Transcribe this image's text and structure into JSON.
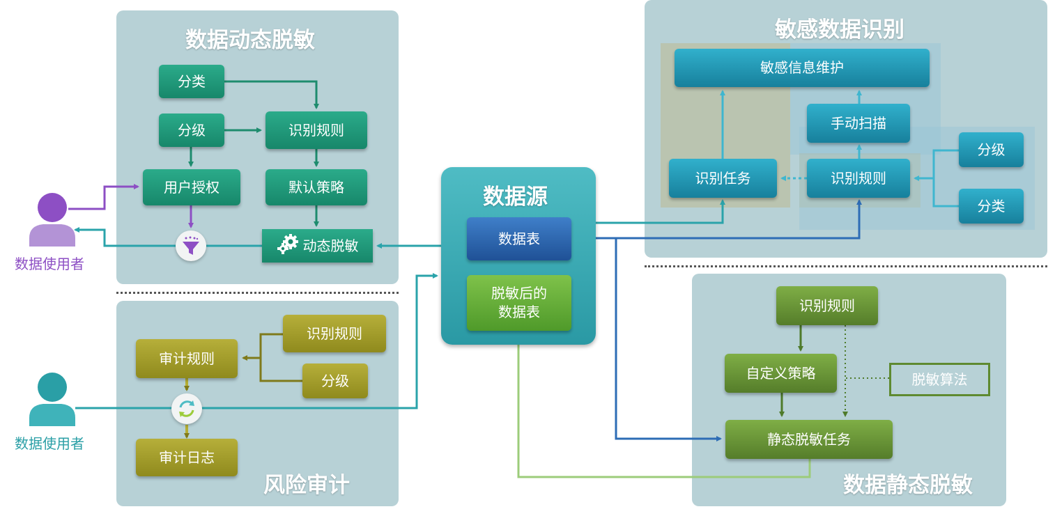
{
  "dynamic_masking": {
    "title": "数据动态脱敏",
    "classify": "分类",
    "grade": "分级",
    "identify_rule": "识别规则",
    "user_auth": "用户授权",
    "default_policy": "默认策略",
    "dynamic_mask": "动态脱敏"
  },
  "risk_audit": {
    "title": "风险审计",
    "audit_rule": "审计规则",
    "identify_rule": "识别规则",
    "grade": "分级",
    "audit_log": "审计日志"
  },
  "data_source": {
    "title": "数据源",
    "table": "数据表",
    "masked_table": "脱敏后的\n数据表"
  },
  "sensitive_identification": {
    "title": "敏感数据识别",
    "info_maintenance": "敏感信息维护",
    "manual_scan": "手动扫描",
    "identify_task": "识别任务",
    "identify_rule": "识别规则",
    "grade": "分级",
    "classify": "分类"
  },
  "static_masking": {
    "title": "数据静态脱敏",
    "identify_rule": "识别规则",
    "custom_policy": "自定义策略",
    "algorithm": "脱敏算法",
    "static_task": "静态脱敏任务"
  },
  "users": {
    "top_label": "数据使用者",
    "bottom_label": "数据使用者",
    "top_color": "#8d4fc4",
    "bottom_color": "#2a9fa6"
  },
  "icons": [
    "user-icon",
    "funnel-icon",
    "gear-icon",
    "refresh-icon"
  ]
}
